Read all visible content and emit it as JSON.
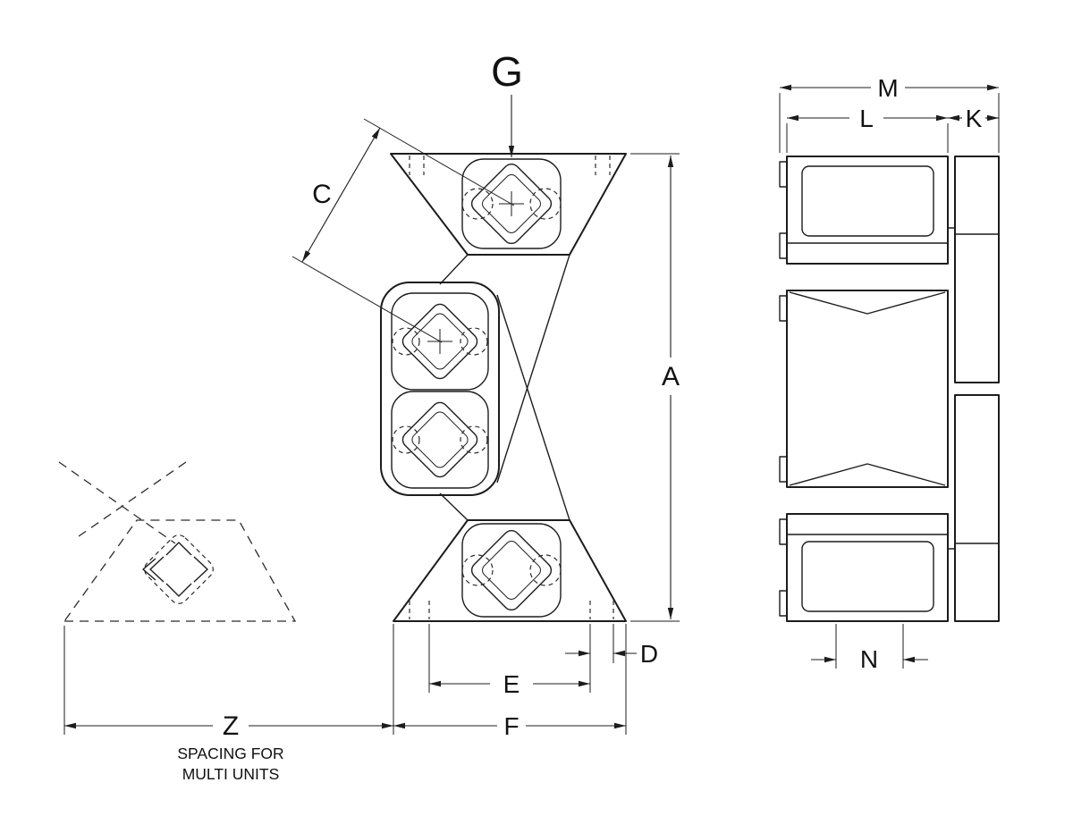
{
  "drawing": {
    "labels": {
      "g": "G",
      "c": "C",
      "a": "A",
      "d": "D",
      "e": "E",
      "f": "F",
      "z": "Z",
      "m": "M",
      "l": "L",
      "k": "K",
      "n": "N"
    },
    "note": {
      "line1": "SPACING FOR",
      "line2": "MULTI UNITS"
    },
    "colors": {
      "line": "#1c1c1c",
      "background": "#ffffff"
    }
  }
}
